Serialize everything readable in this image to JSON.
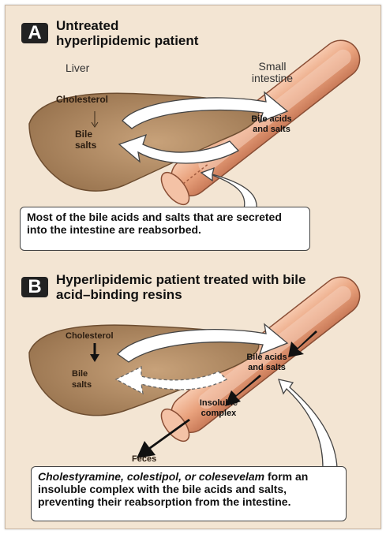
{
  "panel_a": {
    "letter": "A",
    "title": "Untreated hyperlipidemic patient",
    "liver_label": "Liver",
    "intestine_label": "Small intestine",
    "cholesterol": "Cholesterol",
    "bile_salts": "Bile salts",
    "bile_acids_salts": "Bile acids and salts",
    "callout": "Most of the bile acids and salts that are secreted into the intestine are reabsorbed."
  },
  "panel_b": {
    "letter": "B",
    "title": "Hyperlipidemic patient treated with bile acid–binding resins",
    "cholesterol": "Cholesterol",
    "bile_salts": "Bile salts",
    "bile_acids_salts": "Bile acids and salts",
    "insoluble_complex": "Insoluble complex",
    "feces": "Feces",
    "callout_drugs": "Cholestyramine, colestipol, or colesevelam",
    "callout_rest": " form an insoluble complex with the bile acids and salts, preventing their reabsorption from the intestine."
  },
  "colors": {
    "liver": "#a7825a",
    "intestine": "#e9a27d",
    "background": "#f3e5d3"
  }
}
